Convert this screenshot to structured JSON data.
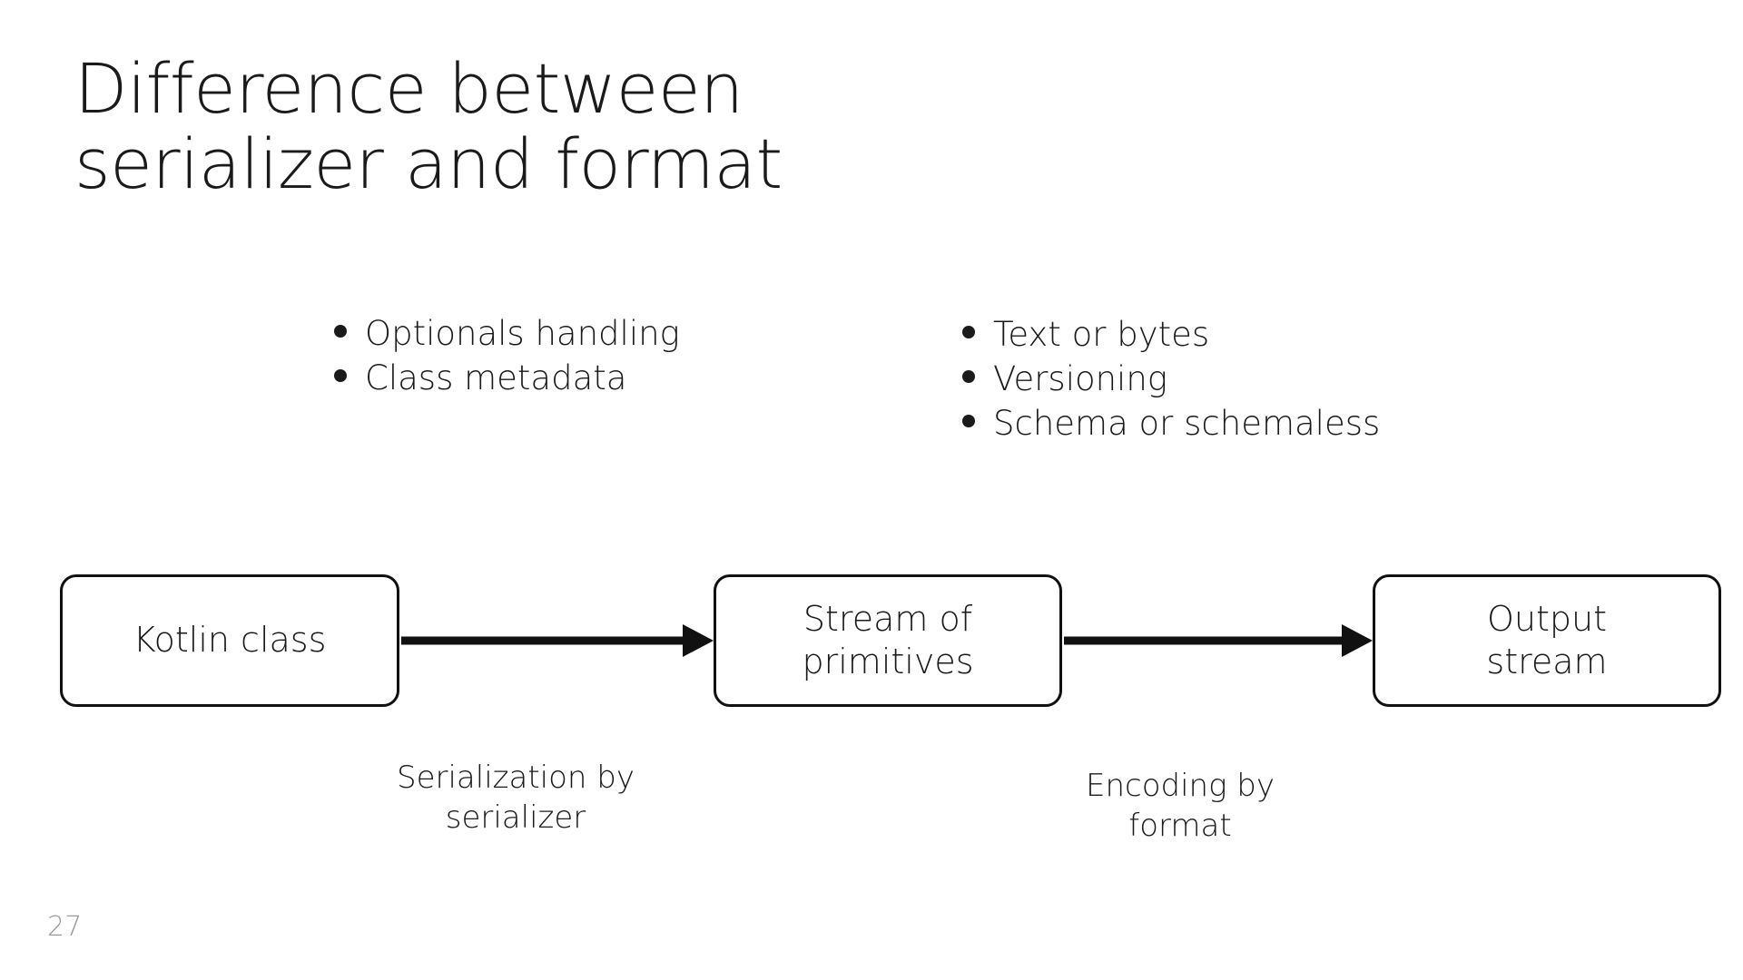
{
  "slide": {
    "title": "Difference between\nserializer and format",
    "page_number": "27",
    "background_color": "#ffffff",
    "text_color": "#1a1a1a",
    "page_number_color": "#9b9b9b",
    "stroke_color": "#111111"
  },
  "bullet_columns": [
    {
      "name": "serializer-concerns",
      "items": [
        {
          "label": "Optionals handling"
        },
        {
          "label": "Class metadata"
        }
      ]
    },
    {
      "name": "format-concerns",
      "items": [
        {
          "label": "Text or bytes"
        },
        {
          "label": "Versioning"
        },
        {
          "label": "Schema or schemaless"
        }
      ]
    }
  ],
  "diagram": {
    "type": "flow",
    "nodes": [
      {
        "id": "kotlin-class",
        "label": "Kotlin class"
      },
      {
        "id": "stream-of-primitives",
        "label": "Stream of\nprimitives"
      },
      {
        "id": "output-stream",
        "label": "Output\nstream"
      }
    ],
    "edges": [
      {
        "from": "kotlin-class",
        "to": "stream-of-primitives",
        "label": "Serialization by\nserializer"
      },
      {
        "from": "stream-of-primitives",
        "to": "output-stream",
        "label": "Encoding by\nformat"
      }
    ]
  }
}
